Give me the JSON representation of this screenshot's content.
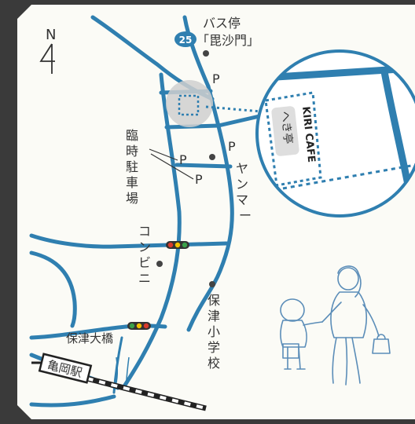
{
  "compass": {
    "letter": "N"
  },
  "bus_stop": {
    "line1": "バス停",
    "line2": "「毘沙門」",
    "route_number": "25"
  },
  "parking": {
    "label": "P"
  },
  "temp_parking": {
    "chars": [
      "臨",
      "時",
      "駐",
      "車",
      "場"
    ]
  },
  "landmarks": {
    "yanmar": [
      "ヤ",
      "ン",
      "マ",
      "ー"
    ],
    "convenience": [
      "コ",
      "ン",
      "ビ",
      "ニ"
    ],
    "school": [
      "保",
      "津",
      "小",
      "学",
      "校"
    ]
  },
  "bridge": {
    "label": "保津大橋"
  },
  "station": {
    "label": "亀岡駅"
  },
  "inset": {
    "cafe_name": "KIRI CAFE",
    "building": "へき亭"
  },
  "colors": {
    "road": "#2f7fb0",
    "paper": "#fbfbf6",
    "border": "#3a3a3a",
    "text": "#333333",
    "highlight": "#cfcfcf",
    "signal_red": "#d93a2b",
    "signal_yellow": "#f2c200",
    "signal_green": "#3aa14a"
  }
}
